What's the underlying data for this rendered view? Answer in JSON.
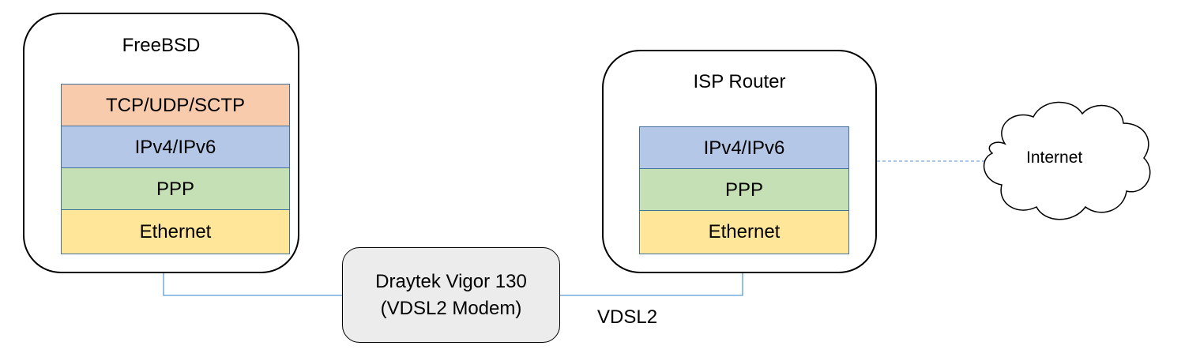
{
  "freebsd": {
    "title": "FreeBSD",
    "layers": [
      {
        "label": "TCP/UDP/SCTP",
        "color": "#f8cbad"
      },
      {
        "label": "IPv4/IPv6",
        "color": "#b4c7e7"
      },
      {
        "label": "PPP",
        "color": "#c5e0b4"
      },
      {
        "label": "Ethernet",
        "color": "#ffe699"
      }
    ]
  },
  "isp_router": {
    "title": "ISP Router",
    "layers": [
      {
        "label": "IPv4/IPv6",
        "color": "#b4c7e7"
      },
      {
        "label": "PPP",
        "color": "#c5e0b4"
      },
      {
        "label": "Ethernet",
        "color": "#ffe699"
      }
    ]
  },
  "modem": {
    "line1": "Draytek Vigor 130",
    "line2": "(VDSL2 Modem)"
  },
  "link_label": "VDSL2",
  "cloud": {
    "label": "Internet"
  },
  "colors": {
    "wire": "#5b9bd5",
    "modem_fill": "#ececec"
  }
}
